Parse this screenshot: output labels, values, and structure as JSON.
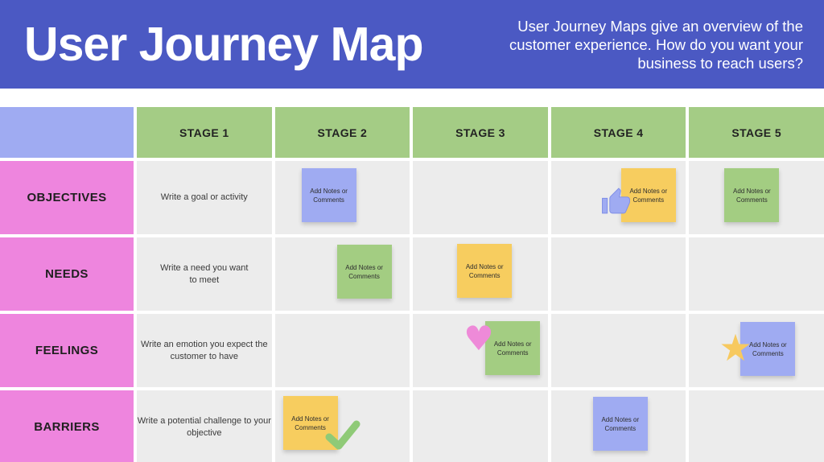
{
  "banner": {
    "title": "User Journey Map",
    "description": "User Journey Maps give an overview of the customer experience. How do you want your business to reach users?",
    "bg_color": "#4b59c3",
    "text_color": "#ffffff"
  },
  "grid": {
    "stage_headers": [
      "STAGE 1",
      "STAGE 2",
      "STAGE 3",
      "STAGE 4",
      "STAGE 5"
    ],
    "header_bg": "#a4cc85",
    "corner_bg": "#9fabf2",
    "row_label_bg": "#ee85de",
    "cell_bg": "#ececec",
    "rows": [
      {
        "label": "OBJECTIVES",
        "hint": "Write a goal or activity"
      },
      {
        "label": "NEEDS",
        "hint": "Write a need you want to meet"
      },
      {
        "label": "FEELINGS",
        "hint": "Write an emotion you expect the customer to have"
      },
      {
        "label": "BARRIERS",
        "hint": "Write a potential challenge to your objective"
      }
    ]
  },
  "stickies": [
    {
      "row": "OBJECTIVES",
      "stage": "STAGE 2",
      "label": "Add Notes or Comments",
      "color": "#9fabf2"
    },
    {
      "row": "OBJECTIVES",
      "stage": "STAGE 4",
      "label": "Add Notes or Comments",
      "color": "#f7cd5f",
      "icon": "thumbs-up-icon",
      "icon_color": "#9fabf2"
    },
    {
      "row": "OBJECTIVES",
      "stage": "STAGE 5",
      "label": "Add Notes or Comments",
      "color": "#a3cd82"
    },
    {
      "row": "NEEDS",
      "stage": "STAGE 2",
      "label": "Add Notes or Comments",
      "color": "#a3cd82"
    },
    {
      "row": "NEEDS",
      "stage": "STAGE 3",
      "label": "Add Notes or Comments",
      "color": "#f7cd5f"
    },
    {
      "row": "FEELINGS",
      "stage": "STAGE 3",
      "label": "Add Notes or Comments",
      "color": "#a3cd82",
      "icon": "heart-icon",
      "icon_color": "#ee8ad8"
    },
    {
      "row": "FEELINGS",
      "stage": "STAGE 5",
      "label": "Add Notes or Comments",
      "color": "#9fabf2",
      "icon": "star-icon",
      "icon_color": "#f7c95f"
    },
    {
      "row": "BARRIERS",
      "stage": "STAGE 2",
      "label": "Add Notes or Comments",
      "color": "#f7cd5f",
      "icon": "checkmark-icon",
      "icon_color": "#8fca77"
    },
    {
      "row": "BARRIERS",
      "stage": "STAGE 4",
      "label": "Add Notes or Comments",
      "color": "#9fabf2"
    }
  ],
  "icons": {
    "heart": "♥",
    "star": "★"
  }
}
